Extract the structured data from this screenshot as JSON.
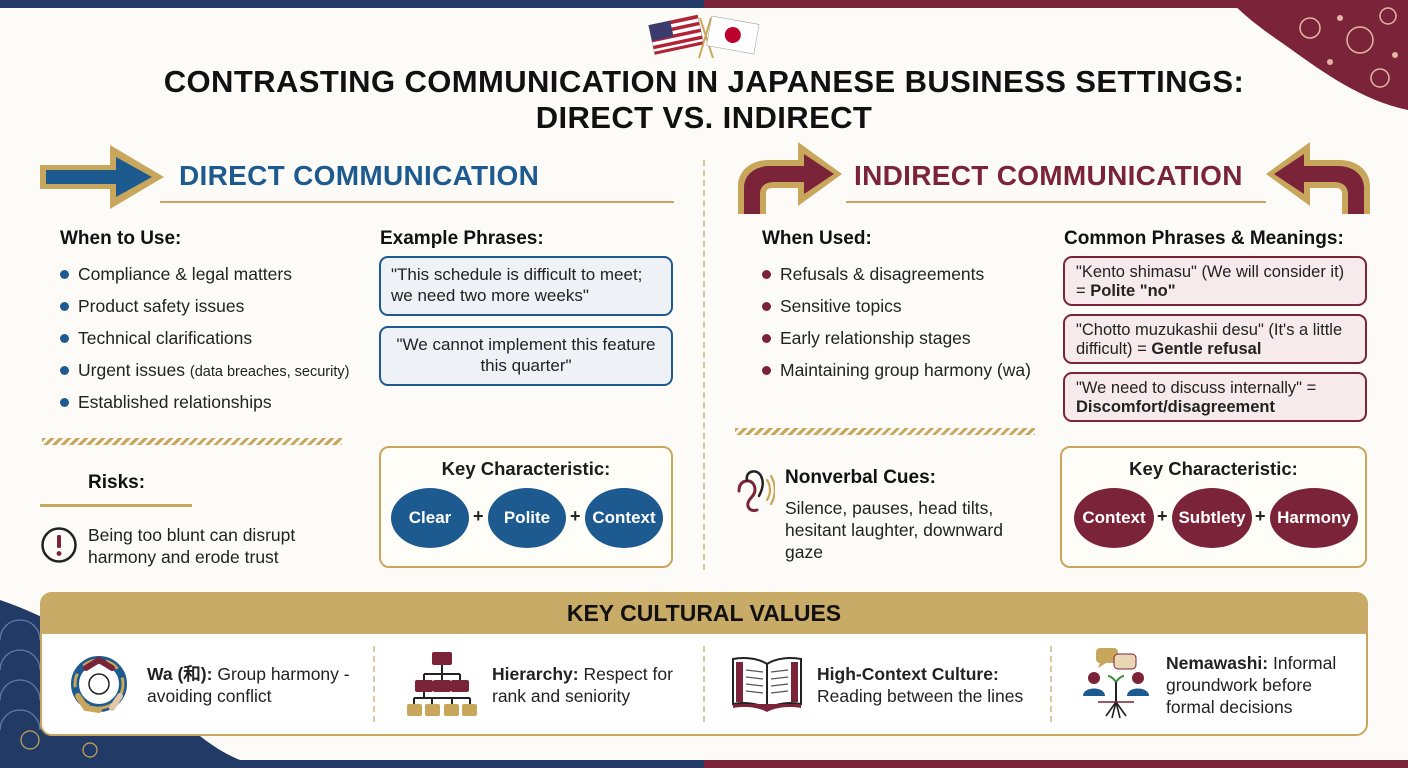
{
  "header": {
    "title_line1": "CONTRASTING COMMUNICATION IN JAPANESE BUSINESS SETTINGS:",
    "title_line2": "DIRECT VS. INDIRECT"
  },
  "direct": {
    "title": "DIRECT COMMUNICATION",
    "when_label": "When to Use:",
    "when_items": [
      "Compliance & legal matters",
      "Product safety issues",
      "Technical clarifications",
      "Urgent issues",
      "Established relationships"
    ],
    "urgent_note": "(data breaches, security)",
    "phrases_label": "Example Phrases:",
    "phrases": [
      "\"This schedule is difficult to meet; we need two more weeks\"",
      "\"We cannot implement this feature this quarter\""
    ],
    "risks_label": "Risks:",
    "risk_text": "Being too blunt can disrupt harmony and erode trust",
    "key_label": "Key Characteristic:",
    "key_words": [
      "Clear",
      "Polite",
      "Context"
    ]
  },
  "indirect": {
    "title": "INDIRECT COMMUNICATION",
    "when_label": "When Used:",
    "when_items": [
      "Refusals & disagreements",
      "Sensitive topics",
      "Early relationship stages",
      "Maintaining group harmony (wa)"
    ],
    "phrases_label": "Common Phrases & Meanings:",
    "phrases": [
      {
        "text": "\"Kento shimasu\" (We will consider it) = ",
        "meaning": "Polite \"no\""
      },
      {
        "text": "\"Chotto muzukashii desu\" (It's a little difficult) = ",
        "meaning": "Gentle refusal"
      },
      {
        "text": "\"We need to discuss internally\" = ",
        "meaning": "Discomfort/disagreement"
      }
    ],
    "nonverbal_label": "Nonverbal Cues:",
    "nonverbal_text": "Silence, pauses, head tilts, hesitant laughter, downward gaze",
    "key_label": "Key Characteristic:",
    "key_words": [
      "Context",
      "Subtlety",
      "Harmony"
    ]
  },
  "values": {
    "title": "KEY CULTURAL VALUES",
    "items": [
      {
        "term": "Wa (和):",
        "desc": "Group harmony - avoiding conflict"
      },
      {
        "term": "Hierarchy:",
        "desc": "Respect for rank and seniority"
      },
      {
        "term": "High-Context Culture:",
        "desc": "Reading between the lines"
      },
      {
        "term": "Nemawashi:",
        "desc": "Informal groundwork before formal decisions"
      }
    ]
  },
  "icons": [
    "us-flag-icon",
    "japan-flag-icon",
    "direct-arrow-icon",
    "indirect-arrow-icon",
    "warning-icon",
    "ear-icon",
    "hands-circle-icon",
    "org-chart-icon",
    "open-book-icon",
    "people-discussion-icon"
  ],
  "colors": {
    "blue": "#1d5a8f",
    "maroon": "#7a2339",
    "gold": "#c8a75c",
    "navy": "#223a66"
  }
}
